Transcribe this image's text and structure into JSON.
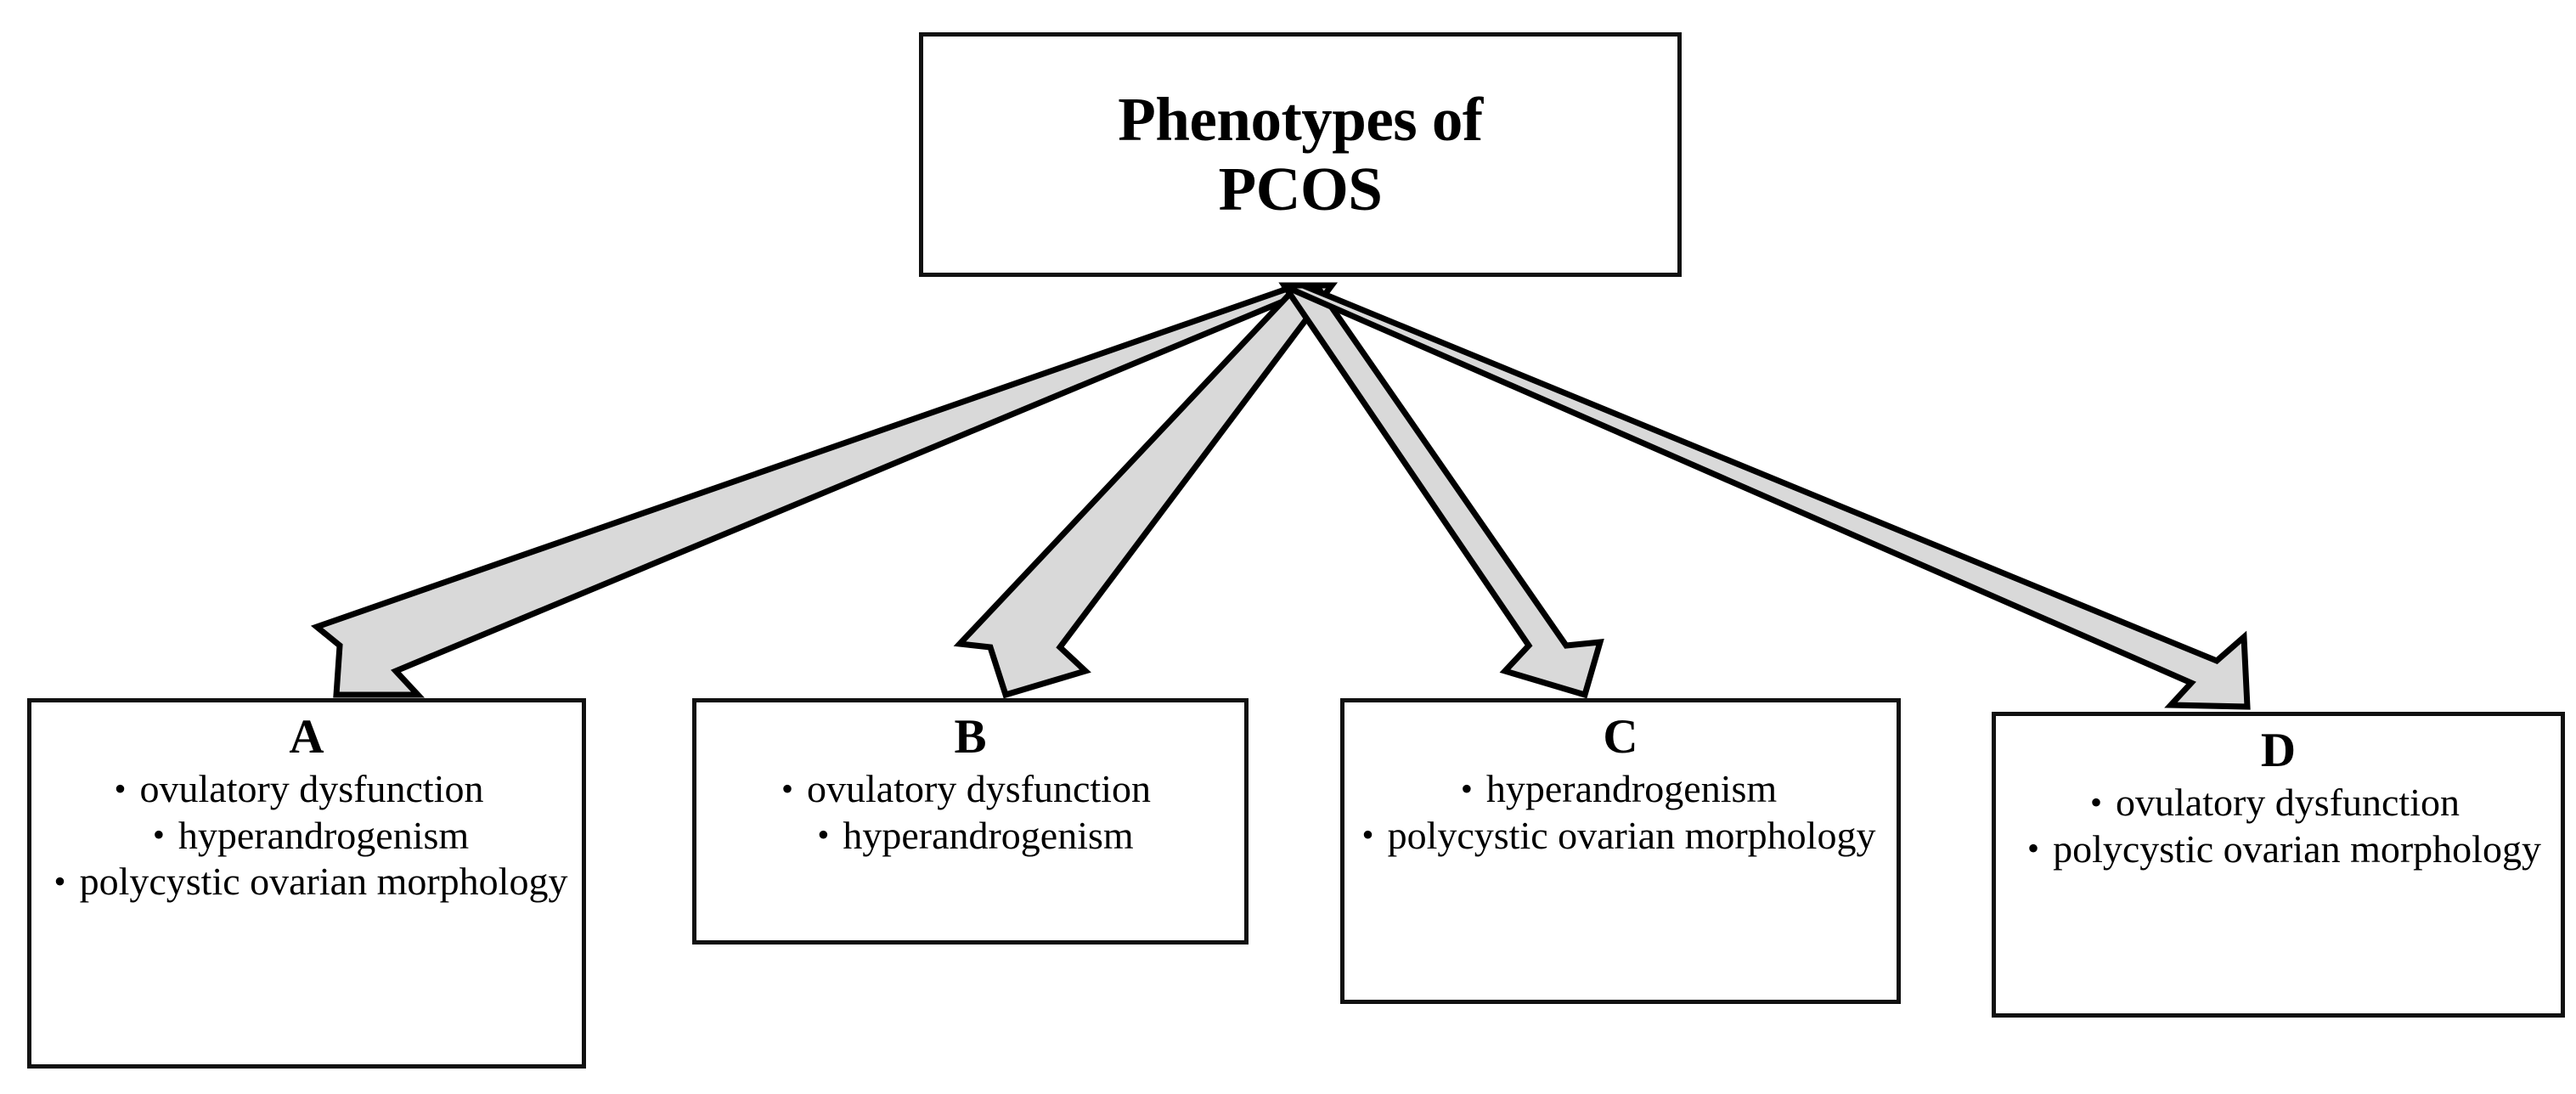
{
  "diagram": {
    "type": "flow-tree",
    "root": {
      "title_line1": "Phenotypes of",
      "title_line2": "PCOS"
    },
    "connector": {
      "style": "block-arrow",
      "fill_color": "#D9D9D9",
      "stroke_color": "#000000",
      "count": 4,
      "direction": "root-to-children"
    },
    "colors": {
      "box_border": "#111111",
      "box_fill": "#FFFFFF",
      "text": "#000000",
      "arrow_fill": "#D9D9D9",
      "arrow_stroke": "#000000"
    },
    "phenotypes": [
      {
        "label": "A",
        "criteria": [
          "ovulatory dysfunction",
          "hyperandrogenism",
          "polycystic ovarian morphology"
        ]
      },
      {
        "label": "B",
        "criteria": [
          "ovulatory dysfunction",
          "hyperandrogenism"
        ]
      },
      {
        "label": "C",
        "criteria": [
          "hyperandrogenism",
          "polycystic ovarian morphology"
        ]
      },
      {
        "label": "D",
        "criteria": [
          "ovulatory dysfunction",
          "polycystic ovarian morphology"
        ]
      }
    ],
    "bullet_glyph": "•"
  }
}
